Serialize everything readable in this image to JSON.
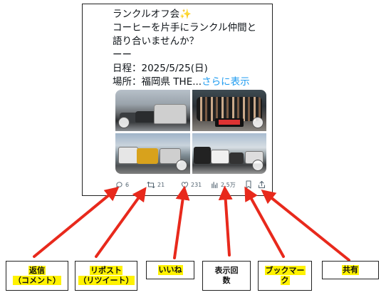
{
  "post": {
    "lines": [
      "ランクルオフ会",
      "コーヒーを片手にランクル仲間と",
      "語り合いませんか？",
      "ーー",
      "日程：2025/5/25(日)",
      "場所：福岡県 THE..."
    ],
    "more_label": "さらに表示",
    "sparkle": "✨"
  },
  "actions": {
    "reply_count": "6",
    "repost_count": "21",
    "like_count": "231",
    "views_count": "2.5万"
  },
  "labels": {
    "reply_line1": "返信",
    "reply_line2": "（コメント）",
    "repost_line1": "リポスト",
    "repost_line2": "（リツイート）",
    "like": "いいね",
    "views_line1": "表示回",
    "views_line2": "数",
    "bookmark_line1": "ブックマー",
    "bookmark_line2": "ク",
    "share": "共有"
  },
  "colors": {
    "arrow": "#e8291c",
    "highlight": "#fff200",
    "link": "#1d9bf0",
    "icon": "#536471"
  }
}
